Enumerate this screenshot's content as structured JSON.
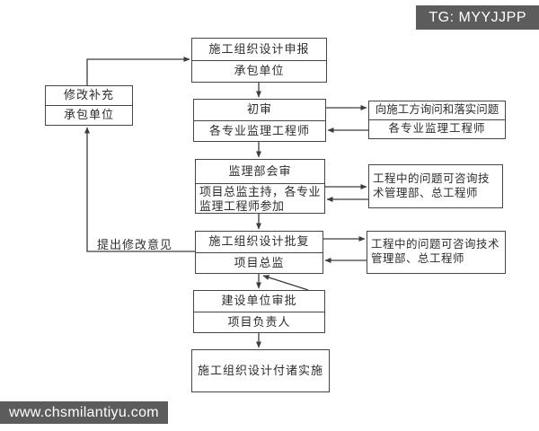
{
  "badge": {
    "text": "TG: MYYJJPP",
    "bg": "#5c5c5c",
    "fg": "#ffffff"
  },
  "watermark": {
    "text": "www.chsmilantiyu.com",
    "bg": "#5c5c5c",
    "fg": "#ffffff"
  },
  "colors": {
    "background": "#ffffff",
    "box_border": "#454545",
    "connector_line": "#3d3d3d",
    "text": "#2d2d2d"
  },
  "flowchart": {
    "nodes": {
      "declare": {
        "title": "施工组织设计申报",
        "subtitle": "承包单位"
      },
      "modify": {
        "title": "修改补充",
        "subtitle": "承包单位"
      },
      "initial_review": {
        "title": "初审",
        "subtitle": "各专业监理工程师"
      },
      "inquiry": {
        "title": "向施工方询问和落实问题",
        "subtitle": "各专业监理工程师"
      },
      "joint_review": {
        "title": "监理部会审",
        "subtitle": "项目总监主持，各专业监理工程师参加"
      },
      "consult_1": {
        "title": "工程中的问题可咨询技术管理部、总工程师"
      },
      "approval_reply": {
        "title": "施工组织设计批复",
        "subtitle": "项目总监"
      },
      "consult_2": {
        "title": "工程中的问题可咨询技术管理部、总工程师"
      },
      "owner_approval": {
        "title": "建设单位审批",
        "subtitle": "项目负责人"
      },
      "implement": {
        "title": "施工组织设计付诸实施"
      }
    },
    "edge_label_revise": "提出修改意见"
  }
}
